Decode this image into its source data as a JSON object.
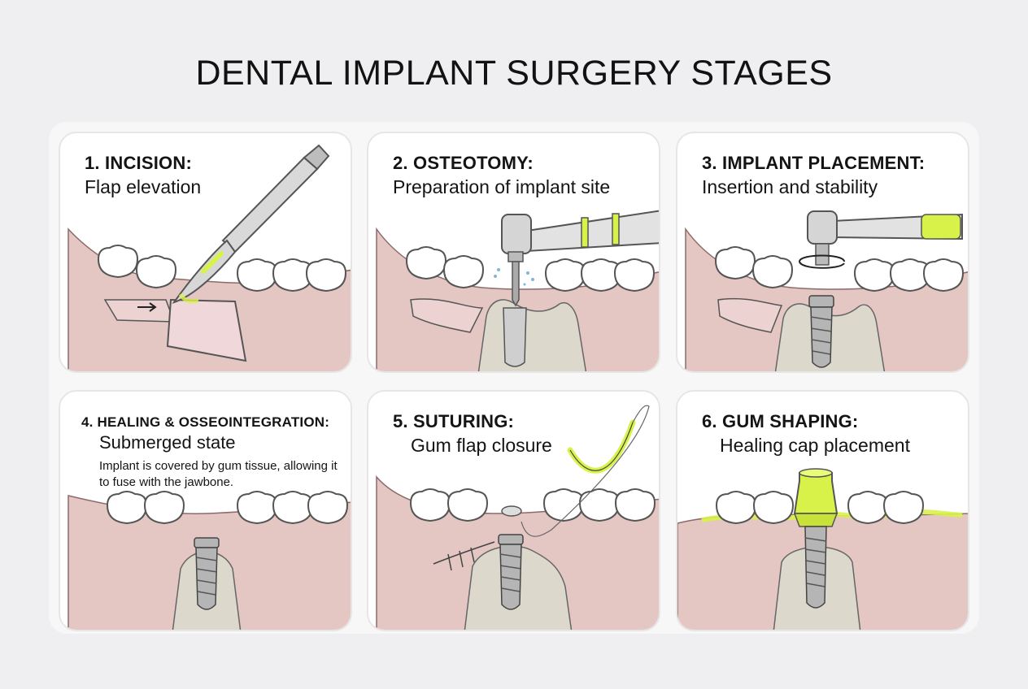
{
  "title": "DENTAL IMPLANT SURGERY STAGES",
  "stages": [
    {
      "heading": "1. INCISION:",
      "subtitle": "Flap elevation"
    },
    {
      "heading": "2. OSTEOTOMY:",
      "subtitle": "Preparation of implant site"
    },
    {
      "heading": "3. IMPLANT PLACEMENT:",
      "subtitle": "Insertion and stability"
    },
    {
      "heading": "4. HEALING & OSSEOINTEGRATION:",
      "subtitle": "Submerged state",
      "description": "Implant is covered by gum tissue, allowing it to fuse with the jawbone."
    },
    {
      "heading": "5. SUTURING:",
      "subtitle": "Gum flap closure"
    },
    {
      "heading": "6. GUM SHAPING:",
      "subtitle": "Healing cap placement"
    }
  ],
  "colors": {
    "background": "#efeff1",
    "gum": "#e4c6c2",
    "bone": "#ddd8cc",
    "tooth": "#ffffff",
    "accent": "#d9f24a",
    "metal": "#9a9a9a"
  }
}
